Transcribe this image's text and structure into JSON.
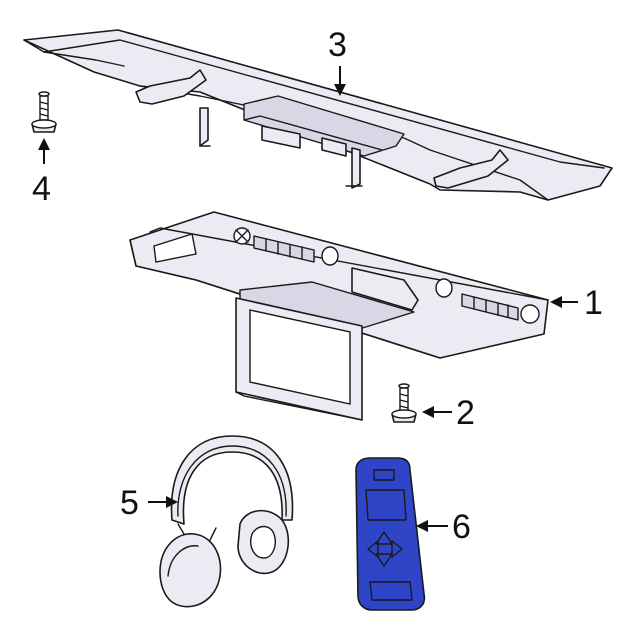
{
  "callouts": {
    "c1": "1",
    "c2": "2",
    "c3": "3",
    "c4": "4",
    "c5": "5",
    "c6": "6"
  },
  "colors": {
    "part_fill": "#ecebf3",
    "remote_fill": "#2f45c8",
    "outline": "#1a1a1a"
  },
  "icons": {
    "remote_dpad": "four-way-arrow-icon"
  }
}
